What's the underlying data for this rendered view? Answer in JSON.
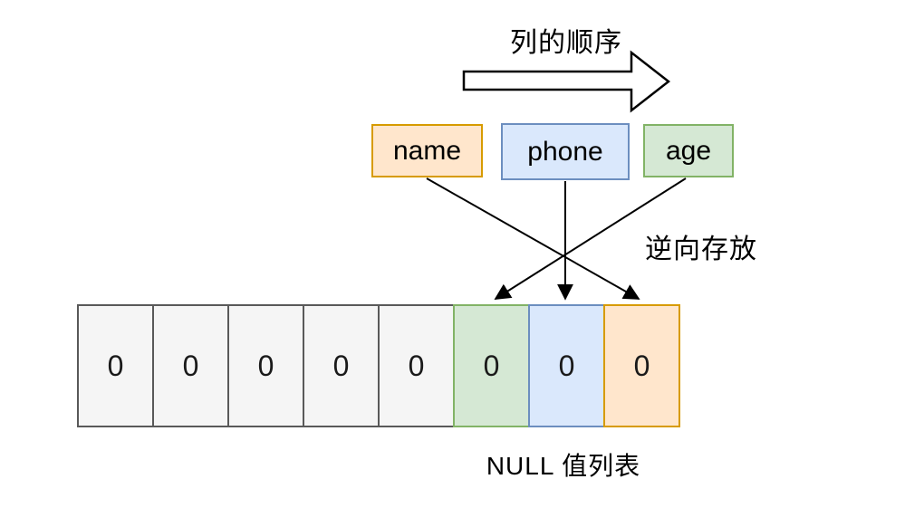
{
  "diagram": {
    "title": "列的顺序",
    "reverse_storage_label": "逆向存放",
    "null_list_label": "NULL 值列表",
    "column_boxes": [
      {
        "label": "name",
        "fill": "#FFE6CC",
        "border": "#D79B00"
      },
      {
        "label": "phone",
        "fill": "#DAE8FC",
        "border": "#6C8EBF"
      },
      {
        "label": "age",
        "fill": "#D5E8D4",
        "border": "#82B366"
      }
    ],
    "null_bitmap_cells": [
      {
        "value": "0",
        "variant": "plain"
      },
      {
        "value": "0",
        "variant": "plain"
      },
      {
        "value": "0",
        "variant": "plain"
      },
      {
        "value": "0",
        "variant": "plain"
      },
      {
        "value": "0",
        "variant": "plain"
      },
      {
        "value": "0",
        "variant": "green",
        "maps_to": "age"
      },
      {
        "value": "0",
        "variant": "blue",
        "maps_to": "phone"
      },
      {
        "value": "0",
        "variant": "orange",
        "maps_to": "name"
      }
    ],
    "mapping_arrows": [
      {
        "from": "name",
        "to": "cell-8-orange"
      },
      {
        "from": "phone",
        "to": "cell-7-blue"
      },
      {
        "from": "age",
        "to": "cell-6-green"
      }
    ],
    "icons": {
      "column_order_arrow": "hollow-right-arrow"
    },
    "colors": {
      "background": "#FFFFFF",
      "plain_cell_fill": "#F5F5F5",
      "plain_cell_border": "#595959",
      "arrow_stroke": "#000000",
      "text": "#000000"
    }
  }
}
